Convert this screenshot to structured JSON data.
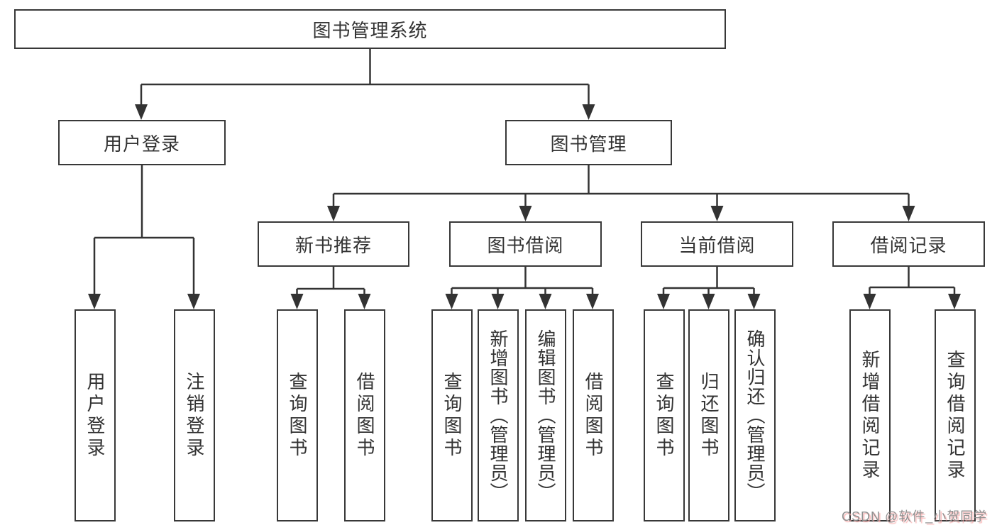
{
  "diagram": {
    "root": {
      "label": "图书管理系统"
    },
    "branches": [
      {
        "label": "用户登录",
        "children": [
          {
            "label": "用户登录"
          },
          {
            "label": "注销登录"
          }
        ]
      },
      {
        "label": "图书管理",
        "children": [
          {
            "label": "新书推荐",
            "children": [
              {
                "label": "查询图书"
              },
              {
                "label": "借阅图书"
              }
            ]
          },
          {
            "label": "图书借阅",
            "children": [
              {
                "label": "查询图书"
              },
              {
                "label": "新增图书（管理员）"
              },
              {
                "label": "编辑图书（管理员）"
              },
              {
                "label": "借阅图书"
              }
            ]
          },
          {
            "label": "当前借阅",
            "children": [
              {
                "label": "查询图书"
              },
              {
                "label": "归还图书"
              },
              {
                "label": "确认归还（管理员）"
              }
            ]
          },
          {
            "label": "借阅记录",
            "children": [
              {
                "label": "新增借阅记录"
              },
              {
                "label": "查询借阅记录"
              }
            ]
          }
        ]
      }
    ]
  },
  "watermark": {
    "text": "CSDN @软件_小贺同学"
  },
  "colors": {
    "line": "#333333",
    "box_border": "#383838",
    "text": "#333333",
    "watermark_gray": "#8f8f8f",
    "watermark_pink": "#f8aaaa",
    "background": "#ffffff"
  }
}
